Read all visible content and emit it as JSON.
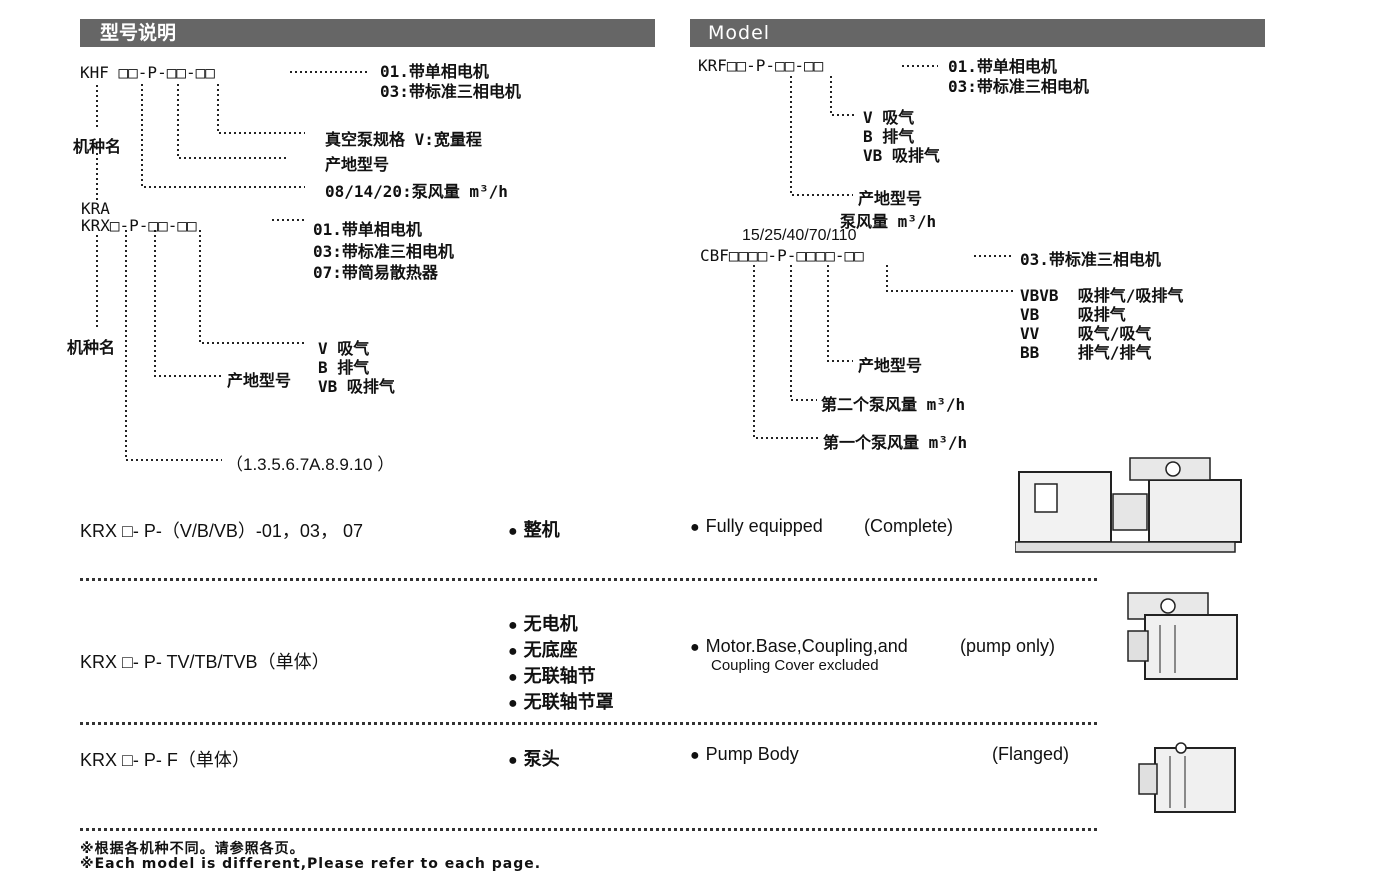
{
  "header_cn": "型号说明",
  "header_en": "Model",
  "khf": {
    "code": "KHF □□-P-□□-□□",
    "opt1": "01.带单相电机",
    "opt2": "03:带标准三相电机",
    "spec": "真空泵规格 V:宽量程",
    "origin": "产地型号",
    "flow": "08/14/20:泵风量 m³/h",
    "name": "机种名"
  },
  "kra": {
    "code_top": "KRA",
    "code_bottom": "KRX□-P-□□-□□",
    "opt1": "01.带单相电机",
    "opt2": "03:带标准三相电机",
    "opt3": "07:带简易散热器",
    "name": "机种名",
    "v": "V   吸气",
    "b": "B   排气",
    "vb": "VB  吸排气",
    "origin": "产地型号",
    "range": "（1.3.5.6.7A.8.9.10 ）"
  },
  "krf": {
    "code": "KRF□□-P-□□-□□",
    "opt1": "01.带单相电机",
    "opt2": "03:带标准三相电机",
    "v": "V   吸气",
    "b": "B   排气",
    "vb": "VB 吸排气",
    "origin": "产地型号",
    "flow": "泵风量 m³/h"
  },
  "cbf": {
    "flows": "15/25/40/70/110",
    "code": "CBF□□□□-P-□□□□-□□",
    "opt": "03.带标准三相电机",
    "vbvb": "VBVB  吸排气/吸排气",
    "vb": "VB    吸排气",
    "vv": "VV    吸气/吸气",
    "bb": "BB    排气/排气",
    "origin": "产地型号",
    "second": "第二个泵风量 m³/h",
    "first": "第一个泵风量 m³/h"
  },
  "rows": [
    {
      "model": "KRX □- P-（V/B/VB）-01，03， 07",
      "cn": [
        "整机"
      ],
      "en": "Fully equipped",
      "en_sub": "",
      "tag": "(Complete)"
    },
    {
      "model": "KRX □- P- TV/TB/TVB（单体）",
      "cn": [
        "无电机",
        "无底座",
        "无联轴节",
        "无联轴节罩"
      ],
      "en": "Motor.Base,Coupling,and",
      "en_sub": "Coupling Cover excluded",
      "tag": "(pump only)"
    },
    {
      "model": "KRX □- P- F（单体）",
      "cn": [
        "泵头"
      ],
      "en": "Pump Body",
      "en_sub": "",
      "tag": "(Flanged)"
    }
  ],
  "footer": {
    "cn": "※根据各机种不同。请参照各页。",
    "en": "※Each model is different,Please refer to each page."
  },
  "bullet_char": "●",
  "images": [
    "pump-complete-image",
    "pump-only-image",
    "pump-body-image"
  ]
}
